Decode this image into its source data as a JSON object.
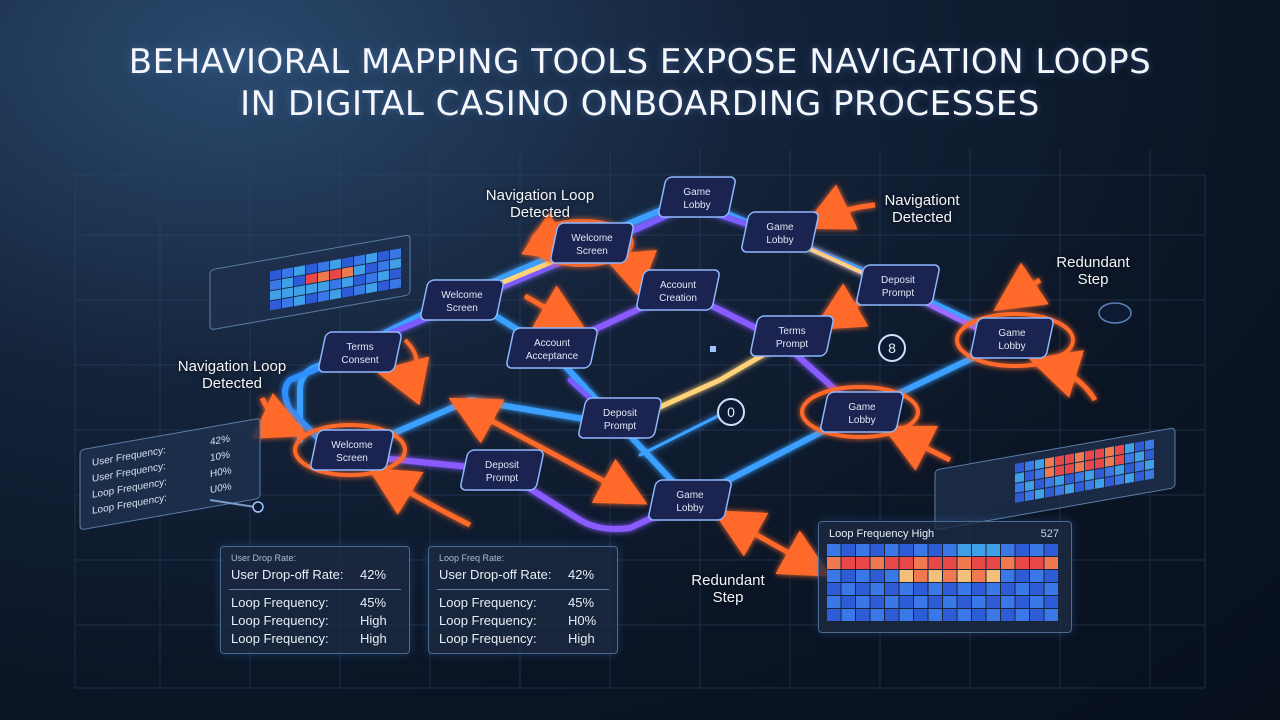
{
  "title": {
    "line1": "BEHAVIORAL MAPPING TOOLS EXPOSE NAVIGATION LOOPS",
    "line2": "IN DIGITAL CASINO ONBOARDING PROCESSES"
  },
  "nodes": [
    {
      "id": "game-lobby-top",
      "l1": "Game",
      "l2": "Lobby"
    },
    {
      "id": "welcome-top",
      "l1": "Welcome",
      "l2": "Screen"
    },
    {
      "id": "game-lobby-2",
      "l1": "Game",
      "l2": "Lobby"
    },
    {
      "id": "account-creation",
      "l1": "Account",
      "l2": "Creation"
    },
    {
      "id": "welcome-mid",
      "l1": "Welcome",
      "l2": "Screen"
    },
    {
      "id": "deposit-prompt-right",
      "l1": "Deposit",
      "l2": "Prompt"
    },
    {
      "id": "terms-left",
      "l1": "Terms",
      "l2": "Consent"
    },
    {
      "id": "account-acceptance",
      "l1": "Account",
      "l2": "Acceptance"
    },
    {
      "id": "terms-prompt",
      "l1": "Terms",
      "l2": "Prompt"
    },
    {
      "id": "game-lobby-right",
      "l1": "Game",
      "l2": "Lobby"
    },
    {
      "id": "deposit-prompt-mid",
      "l1": "Deposit",
      "l2": "Prompt"
    },
    {
      "id": "game-lobby-mid",
      "l1": "Game",
      "l2": "Lobby"
    },
    {
      "id": "welcome-left",
      "l1": "Welcome",
      "l2": "Screen"
    },
    {
      "id": "deposit-prompt-low",
      "l1": "Deposit",
      "l2": "Prompt"
    },
    {
      "id": "game-lobby-bottom",
      "l1": "Game",
      "l2": "Lobby"
    }
  ],
  "callouts": {
    "loop_top_l1": "Navigation Loop",
    "loop_top_l2": "Detected",
    "loop_right_l1": "Navigationt",
    "loop_right_l2": "Detected",
    "redundant_right_l1": "Redundant",
    "redundant_right_l2": "Step",
    "loop_left_l1": "Navigation Loop",
    "loop_left_l2": "Detected",
    "redundant_bottom_l1": "Redundant",
    "redundant_bottom_l2": "Step"
  },
  "panel_left": {
    "head": "User Drop Rate:",
    "r1_label": "User Drop-off Rate:",
    "r1_value": "42%",
    "r2_label": "Loop Frequency:",
    "r2_value": "45%",
    "r3_label": "Loop Frequency:",
    "r3_value": "High",
    "r4_label": "Loop Frequency:",
    "r4_value": "High"
  },
  "panel_mid": {
    "head": "Loop Freq Rate:",
    "r1_label": "User Drop-off Rate:",
    "r1_value": "42%",
    "r2_label": "Loop Frequency:",
    "r2_value": "45%",
    "r3_label": "Loop Frequency:",
    "r3_value": "H0%",
    "r4_label": "Loop Frequency:",
    "r4_value": "High"
  },
  "panel_tilt_left": {
    "r1_label": "User Frequency:",
    "r1_value": "42%",
    "r2_label": "User Frequency:",
    "r2_value": "10%",
    "r3_label": "Loop Frequency:",
    "r3_value": "H0%",
    "r4_label": "Loop Frequency:",
    "r4_value": "U0%"
  },
  "freq_panel": {
    "title": "Loop Frequency High",
    "number": "527"
  },
  "badges": {
    "right": "8",
    "center": "0"
  },
  "colors": {
    "loop_orange": "#ff6a2a",
    "path_blue": "#3aa0ff",
    "path_violet": "#8a5cff",
    "path_yellow": "#ffd27a",
    "node_fill": "#1b2350"
  }
}
